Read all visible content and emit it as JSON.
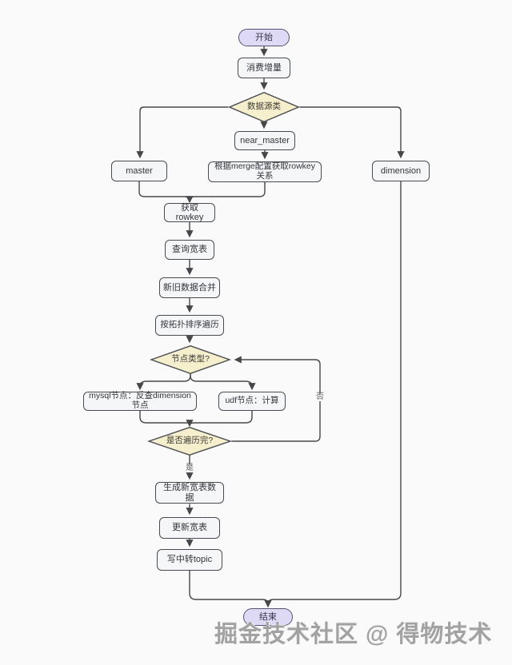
{
  "flowchart": {
    "nodes": {
      "start": "开始",
      "consume_increment": "消费增量",
      "source_type": "数据源类",
      "near_master": "near_master",
      "master": "master",
      "merge_config": "根据merge配置获取rowkey关系",
      "dimension": "dimension",
      "get_rowkey": "获取rowkey",
      "query_wide_table": "查询宽表",
      "merge_old_new": "新旧数据合并",
      "topo_traverse": "按拓扑排序遍历",
      "node_type": "节点类型?",
      "mysql_node": "mysql节点：反查dimension节点",
      "udf_node": "udf节点：计算",
      "traverse_done": "是否遍历完?",
      "gen_new_table": "生成新宽表数据",
      "update_table": "更新宽表",
      "write_topic": "写中转topic",
      "end": "结束"
    },
    "edge_labels": {
      "yes": "是",
      "no": "否"
    },
    "colors": {
      "terminal_fill": "#ded9f4",
      "process_fill": "#f5f6f8",
      "decision_fill": "#f6efcd",
      "border": "#474a50",
      "line": "#45474b"
    },
    "watermark": "掘金技术社区 @ 得物技术"
  }
}
